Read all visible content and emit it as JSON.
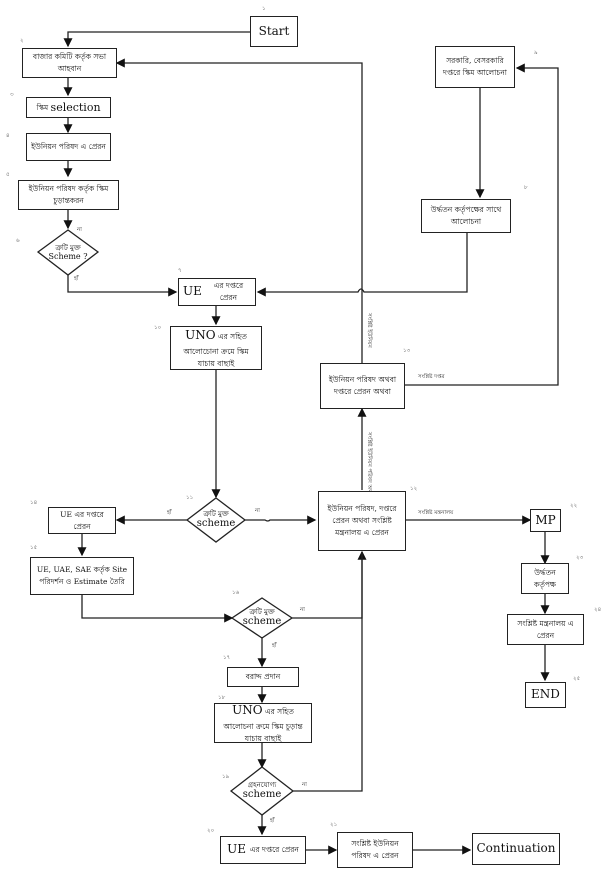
{
  "diagram": {
    "type": "flowchart",
    "nodes": {
      "start": {
        "label": "Start",
        "num": "১"
      },
      "n2": {
        "label": "বাজার কমিটি কর্তৃক সভা আহবান",
        "num": "২"
      },
      "n3": {
        "label_bn": "স্কিম",
        "label_en": "selection",
        "num": "৩"
      },
      "n4": {
        "label": "ইউনিয়ন পরিষদ এ প্রেরন",
        "num": "৪"
      },
      "n5": {
        "label": "ইউনিয়ন পরিষদ কর্তৃক স্কিম চুড়ান্তকরন",
        "num": "৫"
      },
      "d6": {
        "label_bn": "ত্রুটি মুক্ত",
        "label_en": "Scheme ?",
        "num": "৬"
      },
      "n7": {
        "label_en": "UE",
        "label_bn": "এর দপ্তরে প্রেরন",
        "num": "৭"
      },
      "n8": {
        "label": "উর্দ্ধতন কর্তৃপক্ষের সাথে আলোচনা",
        "num": "৮"
      },
      "n9": {
        "label": "সরকারি, বেসরকারি দপ্তরে স্কিম আলোচনা",
        "num": "৯"
      },
      "n10": {
        "label_en": "UNO",
        "label_bn": "এর সহিত আলোচোনা ক্রমে স্কিম যাচায় বাছাই",
        "num": "১০"
      },
      "d11": {
        "label_bn": "ত্রুটি মুক্ত",
        "label_en": "scheme",
        "num": "১১"
      },
      "n12": {
        "label": "ইউনিয়ন পরিষদ, দপ্তরে প্রেরন অথবা সংশ্লিষ্ট মন্ত্রনালয় এ প্রেরন",
        "num": "১২"
      },
      "n13": {
        "label": "ইউনিয়ন পরিষদ অথবা দপ্তরে প্রেরন অথবা",
        "num": "১৩"
      },
      "n14": {
        "label": "UE এর দপ্তরে প্রেরন",
        "num": "১৪"
      },
      "n15": {
        "label": "UE, UAE, SAE কর্তৃক Site পরিদর্শন ও Estimate তৈরি",
        "num": "১৫"
      },
      "d16": {
        "label_bn": "ত্রুটি মুক্ত",
        "label_en": "scheme",
        "num": "১৬"
      },
      "n17": {
        "label": "বরাদ্দ প্রদান",
        "num": "১৭"
      },
      "n18": {
        "label_en": "UNO",
        "label_bn": "এর সহিত আলোচনা ক্রমে স্কিম চুড়ান্ত যাচায় বাছাই",
        "num": "১৮"
      },
      "d19": {
        "label_bn": "গ্রহনযোগ্য",
        "label_en": "scheme",
        "num": "১৯"
      },
      "n20": {
        "label_en": "UE",
        "label_bn": "এর দপ্তরে প্রেরন",
        "num": "২০"
      },
      "n21": {
        "label": "সংশ্লিষ্ট ইউনিয়ন পরিষদ এ প্রেরন",
        "num": "২১"
      },
      "continuation": {
        "label": "Continuation"
      },
      "mp": {
        "label": "MP",
        "num": "২২"
      },
      "n23": {
        "label": "উর্দ্ধতন কর্তৃপক্ষ",
        "num": "২৩"
      },
      "n24": {
        "label": "সংশ্লিষ্ট মন্ত্রনালয় এ প্রেরন",
        "num": "২৪"
      },
      "end": {
        "label": "END",
        "num": "২৫"
      }
    },
    "edge_labels": {
      "yes": "হাঁ",
      "no": "না",
      "to_ministry": "সংশ্লিষ্ট মন্ত্রনালয়",
      "to_office": "সংশ্লিষ্ট দপ্তর",
      "to_union": "সংশ্লিষ্ট ইউনিয়ন",
      "union_or_office": "সংশ্লিষ্ট ইউনিয়ন পরিষদ অথবা দপ্তর"
    }
  }
}
